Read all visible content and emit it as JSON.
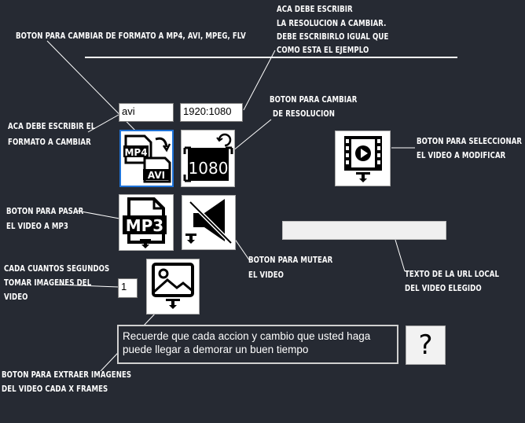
{
  "annotations": {
    "format_button": "BOTON PARA CAMBIAR DE FORMATO A MP4, AVI, MPEG, FLV",
    "resolution_hint_1": "ACA DEBE ESCRIBIR",
    "resolution_hint_2": "LA RESOLUCION A CAMBIAR.",
    "resolution_hint_3": "DEBE ESCRIBIRLO IGUAL QUE",
    "resolution_hint_4": "COMO ESTA EL EJEMPLO",
    "format_hint_1": "ACA DEBE ESCRIBIR EL",
    "format_hint_2": "FORMATO A CAMBIAR",
    "resolution_button_1": "BOTON PARA CAMBIAR",
    "resolution_button_2": "DE RESOLUCION",
    "select_button_1": "BOTON PARA SELECCIONAR",
    "select_button_2": "EL VIDEO A MODIFICAR",
    "mp3_button_1": "BOTON PARA PASAR",
    "mp3_button_2": "EL VIDEO A MP3",
    "mute_button_1": "BOTON PARA MUTEAR",
    "mute_button_2": "EL VIDEO",
    "url_text_1": "TEXTO DE LA URL LOCAL",
    "url_text_2": "DEL VIDEO ELEGIDO",
    "seconds_hint_1": "CADA CUANTOS SEGUNDOS",
    "seconds_hint_2": "TOMAR IMAGENES DEL",
    "seconds_hint_3": "VIDEO",
    "extract_button_1": "BOTON PARA EXTRAER IMAGENES",
    "extract_button_2": "DEL VIDEO CADA X FRAMES"
  },
  "inputs": {
    "format_value": "avi",
    "resolution_value": "1920:1080",
    "seconds_value": "1",
    "url_value": ""
  },
  "buttons": {
    "format_icon_top": "MP4",
    "format_icon_bottom": "AVI",
    "resolution_icon": "1080",
    "mp3_icon": "MP3",
    "help_label": "?"
  },
  "message": {
    "line1": "Recuerde que cada accion y cambio que usted haga",
    "line2": "puede llegar a demorar un buen tiempo"
  },
  "colors": {
    "background": "#262a33",
    "selected_border": "#1e73d8",
    "annotation_text": "#ffffff"
  },
  "icons": [
    "convert-format-icon",
    "resolution-icon",
    "video-file-icon",
    "mp3-file-icon",
    "mute-icon",
    "image-extract-icon",
    "question-icon"
  ]
}
